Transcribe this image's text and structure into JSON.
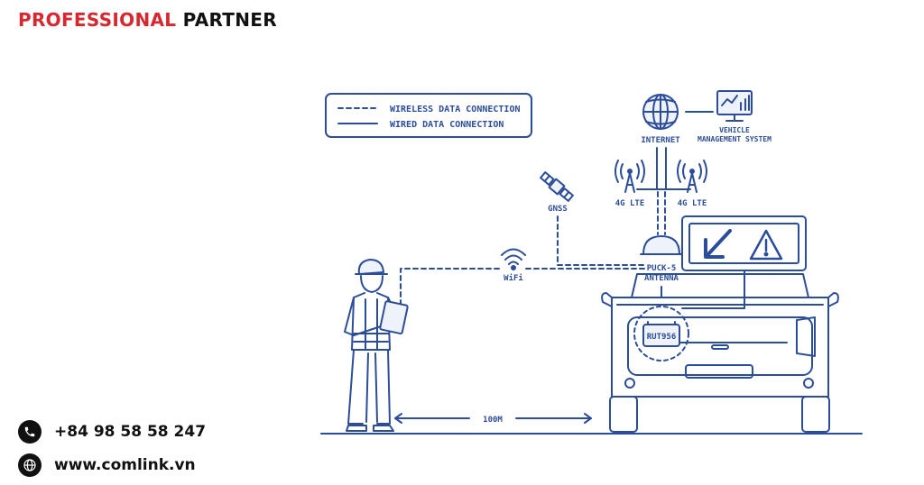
{
  "brand": {
    "accent_text": "PROFESSIONAL",
    "dark_text": "PARTNER",
    "accent_color": "#d7282f"
  },
  "legend": {
    "wireless": "WIRELESS DATA CONNECTION",
    "wired": "WIRED DATA CONNECTION"
  },
  "nodes": {
    "internet": "INTERNET",
    "vms_line1": "VEHICLE",
    "vms_line2": "MANAGEMENT SYSTEM",
    "lte_left": "4G LTE",
    "lte_right": "4G LTE",
    "gnss": "GNSS",
    "wifi": "WiFi",
    "antenna_line1": "PUCK-5",
    "antenna_line2": "ANTENNA",
    "router": "RUT956",
    "distance": "100M"
  },
  "contact": {
    "phone": "+84 98 58 58 247",
    "website": "www.comlink.vn"
  },
  "icons": [
    "phone-icon",
    "globe-icon",
    "satellite-icon",
    "wifi-icon",
    "tower-icon",
    "monitor-icon",
    "warning-icon",
    "arrow-icon"
  ],
  "colors": {
    "line": "#2c4d99",
    "fill_light": "#eef2fb",
    "text_dark": "#111111"
  }
}
